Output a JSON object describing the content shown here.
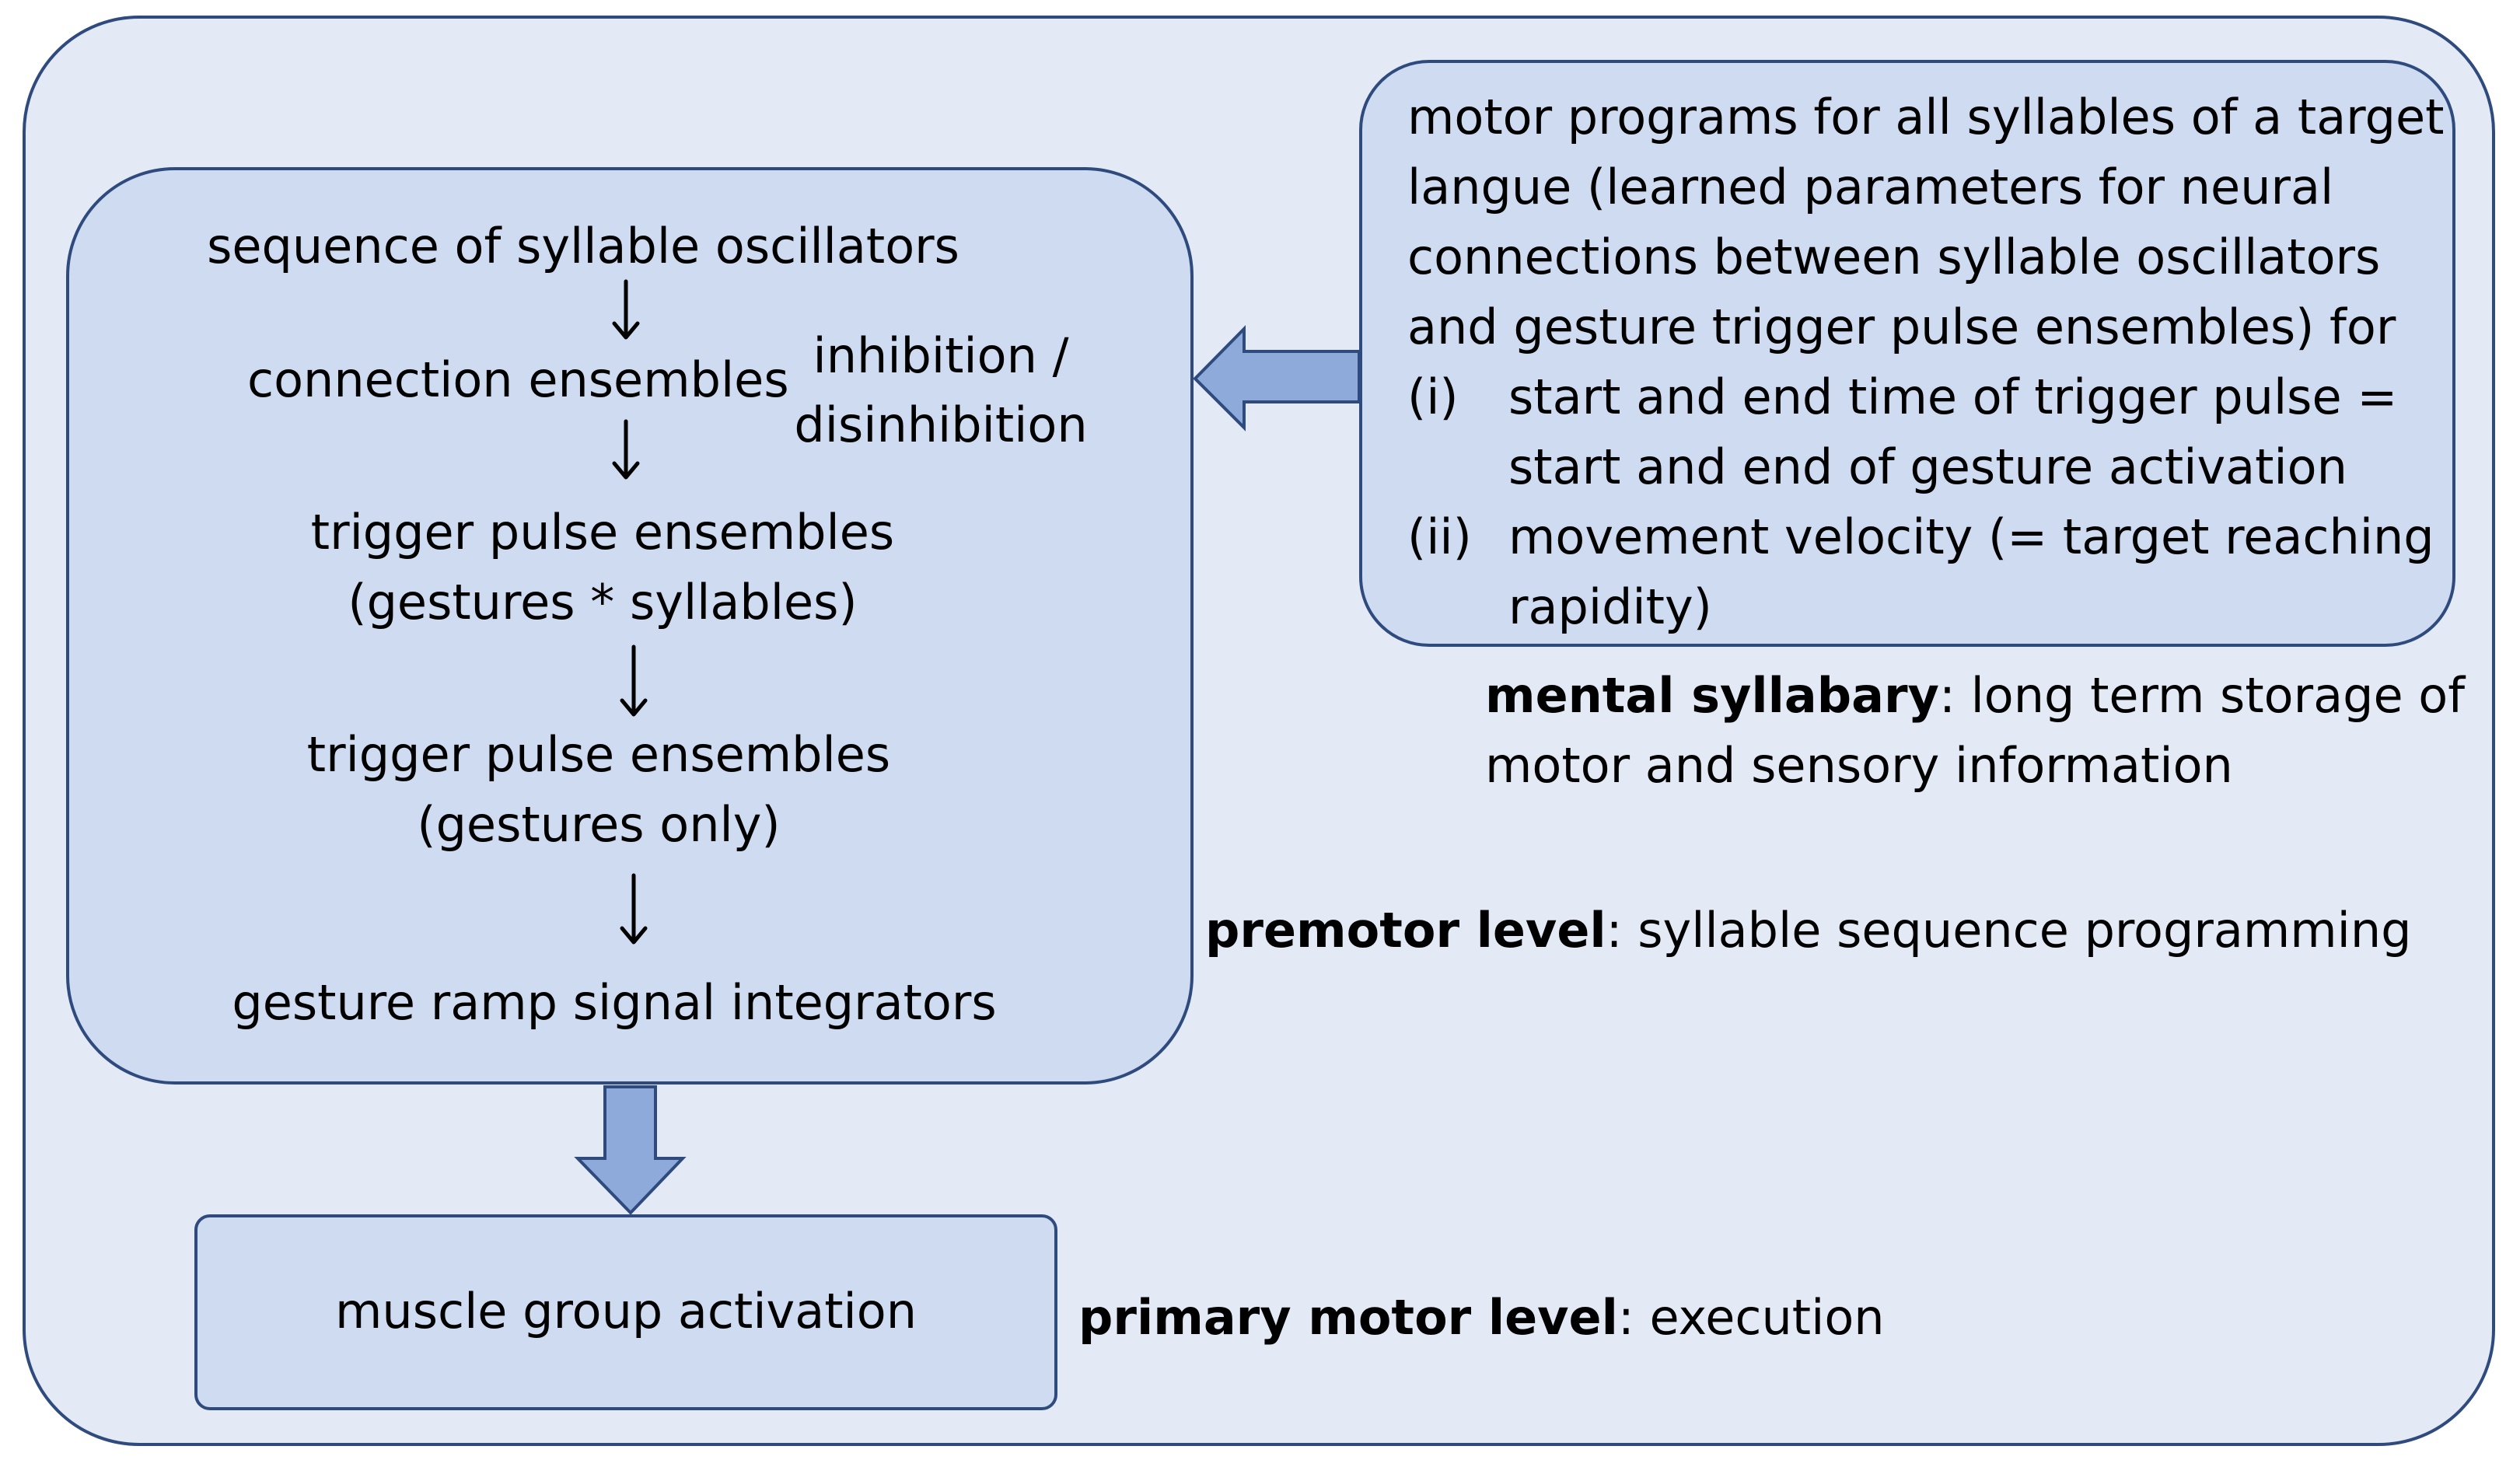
{
  "premotor_flow": {
    "step1": "sequence of  syllable oscillators",
    "step2": "connection ensembles",
    "side_note_line1": "inhibition /",
    "side_note_line2": "disinhibition",
    "step3_line1": "trigger pulse ensembles",
    "step3_line2": "(gestures * syllables)",
    "step4_line1": "trigger pulse ensembles",
    "step4_line2": "(gestures only)",
    "step5": "gesture ramp signal integrators"
  },
  "syllabary_box": {
    "line1": "motor programs for all syllables of a target",
    "line2": "langue (learned parameters for neural",
    "line3": "connections between syllable oscillators",
    "line4": "and gesture trigger pulse ensembles) for",
    "item1_marker": "(i)",
    "item1_line1": "start and end time of trigger pulse =",
    "item1_line2": "start and end of gesture activation",
    "item2_marker": "(ii)",
    "item2_line1": "movement velocity (= target reaching",
    "item2_line2": "rapidity)"
  },
  "labels": {
    "mental_syllabary_term": "mental syllabary",
    "mental_syllabary_desc_line1": ": long term storage of",
    "mental_syllabary_desc_line2": "motor and sensory information",
    "premotor_term": "premotor level",
    "premotor_desc": ": syllable sequence programming",
    "primary_term": "primary motor level",
    "primary_desc": ": execution"
  },
  "muscle_box": {
    "label": "muscle group activation"
  },
  "colors": {
    "frame_stroke": "#2f4b7e",
    "outer_fill": "#e3eaf6",
    "box_fill": "#cedbf1",
    "block_arrow_fill": "#8eaadb"
  }
}
